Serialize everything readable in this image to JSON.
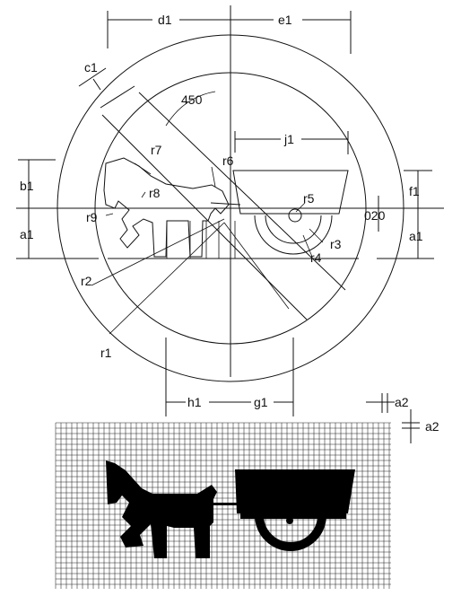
{
  "labels": {
    "d1": "d1",
    "e1": "e1",
    "c1": "c1",
    "angle": "450",
    "j1": "j1",
    "b1": "b1",
    "a1_left": "a1",
    "r7": "r7",
    "r6": "r6",
    "r8": "r8",
    "r9": "r9",
    "r5": "r5",
    "f1": "f1",
    "o20": "020",
    "a1_right": "a1",
    "r3": "r3",
    "r4": "r4",
    "r2": "r2",
    "r1": "r1",
    "h1": "h1",
    "g1": "g1",
    "a2_h": "a2",
    "a2_v": "a2"
  },
  "colors": {
    "line": "#111111",
    "silhouette": "#000000",
    "background": "#ffffff"
  }
}
